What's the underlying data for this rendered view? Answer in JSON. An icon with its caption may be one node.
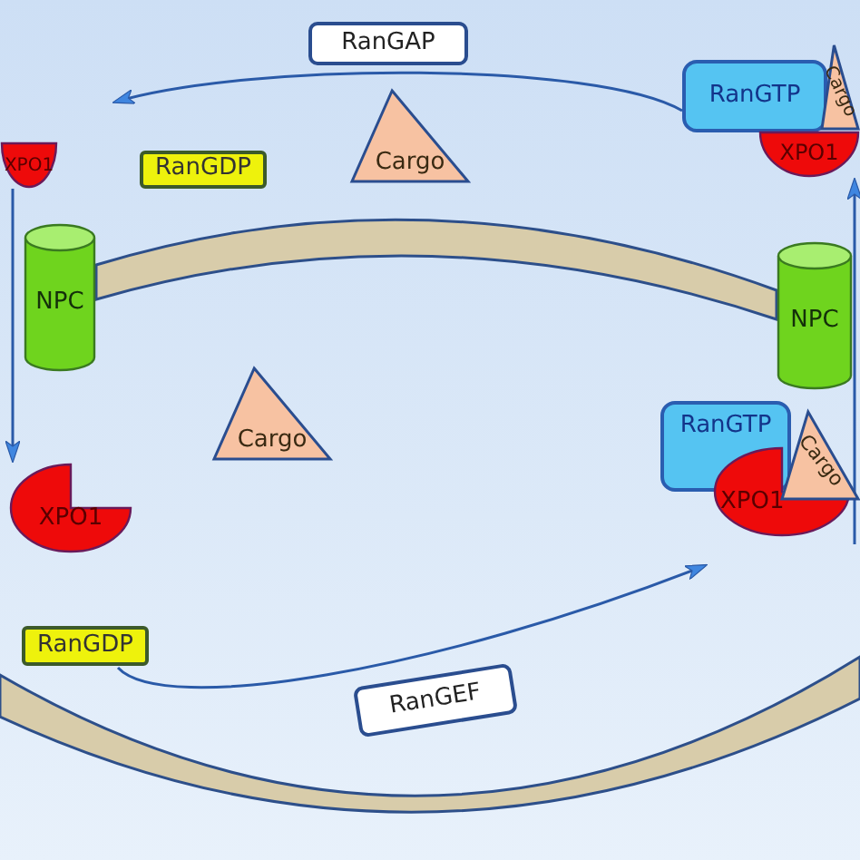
{
  "diagram": {
    "nodes": [
      {
        "text": [
          "RanGAP"
        ]
      },
      {
        "text": [
          "RanGTP"
        ]
      },
      {
        "text": [
          "Cargo"
        ]
      },
      {
        "text": [
          "XPO1"
        ]
      },
      {
        "text": [
          "XPO1"
        ]
      },
      {
        "text": [
          "RanGDP"
        ]
      },
      {
        "text": [
          "Cargo"
        ]
      },
      {
        "text": [
          "NPC"
        ]
      },
      {
        "text": [
          "NPC"
        ]
      },
      {
        "text": [
          "Cargo"
        ]
      },
      {
        "text": [
          "RanGTP"
        ]
      },
      {
        "text": [
          "XPO1"
        ]
      },
      {
        "text": [
          "Cargo"
        ]
      },
      {
        "text": [
          "XPO1"
        ]
      },
      {
        "text": [
          "RanGDP"
        ]
      },
      {
        "text": [
          "RanGEF"
        ]
      }
    ],
    "edges": [
      {
        "from": 1,
        "to": null,
        "arrow": "to"
      },
      {
        "from": 4,
        "to": 13,
        "arrow": "to"
      },
      {
        "from": null,
        "to": 3,
        "arrow": "to"
      },
      {
        "from": 14,
        "to": null,
        "arrow": "to"
      }
    ]
  }
}
